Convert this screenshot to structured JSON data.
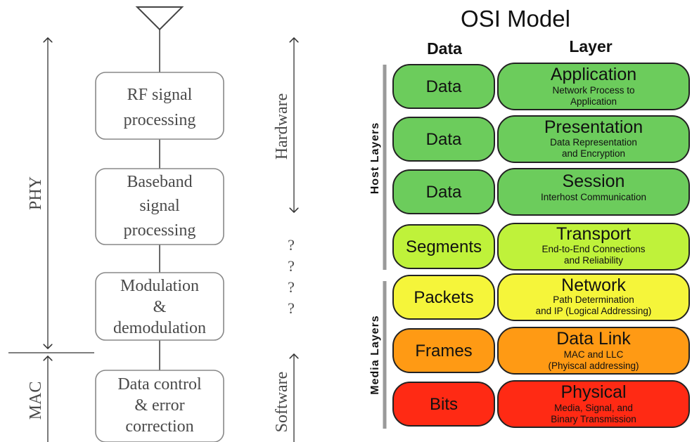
{
  "left_diagram": {
    "blocks": [
      {
        "lines": [
          "RF signal",
          "processing"
        ]
      },
      {
        "lines": [
          "Baseband",
          "signal",
          "processing"
        ]
      },
      {
        "lines": [
          "Modulation",
          "&",
          "demodulation"
        ]
      },
      {
        "lines": [
          "Data control",
          "& error",
          "correction"
        ]
      }
    ],
    "side_labels": {
      "phy": "PHY",
      "mac": "MAC",
      "hardware": "Hardware",
      "software": "Software",
      "unknown": [
        "?",
        "?",
        "?",
        "?"
      ]
    }
  },
  "osi": {
    "title": "OSI Model",
    "col_data": "Data",
    "col_layer": "Layer",
    "group_host": "Host Layers",
    "group_media": "Media Layers",
    "layers": [
      {
        "data": "Data",
        "name": "Application",
        "desc": [
          "Network Process to",
          "Application"
        ],
        "color": "#6ccc5c"
      },
      {
        "data": "Data",
        "name": "Presentation",
        "desc": [
          "Data Representation",
          "and Encryption"
        ],
        "color": "#6ccc5c"
      },
      {
        "data": "Data",
        "name": "Session",
        "desc": [
          "Interhost Communication"
        ],
        "color": "#6ccc5c"
      },
      {
        "data": "Segments",
        "name": "Transport",
        "desc": [
          "End-to-End Connections",
          "and Reliability"
        ],
        "color": "#bff23a"
      },
      {
        "data": "Packets",
        "name": "Network",
        "desc": [
          "Path Determination",
          "and IP (Logical Addressing)"
        ],
        "color": "#f5f53a"
      },
      {
        "data": "Frames",
        "name": "Data Link",
        "desc": [
          "MAC and LLC",
          "(Phyiscal addressing)"
        ],
        "color": "#ff9a14"
      },
      {
        "data": "Bits",
        "name": "Physical",
        "desc": [
          "Media, Signal, and",
          "Binary Transmission"
        ],
        "color": "#ff2a14"
      }
    ]
  }
}
